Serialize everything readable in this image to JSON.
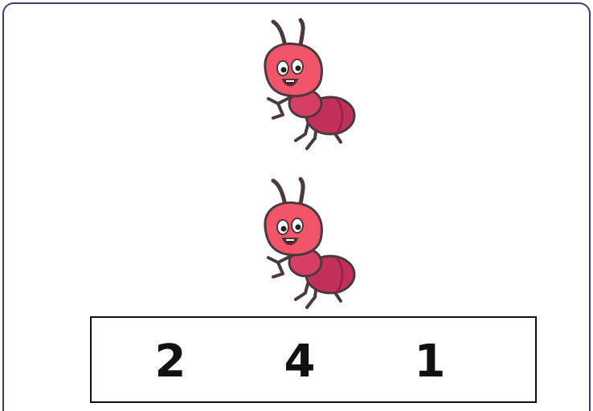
{
  "options": [
    "2",
    "4",
    "1"
  ],
  "icons": {
    "ant": "ant-icon"
  },
  "colors": {
    "card_border": "#3a3f6e",
    "ant_head": "#f2546a",
    "ant_body": "#c2305a",
    "ant_outline": "#4a3a3e"
  }
}
